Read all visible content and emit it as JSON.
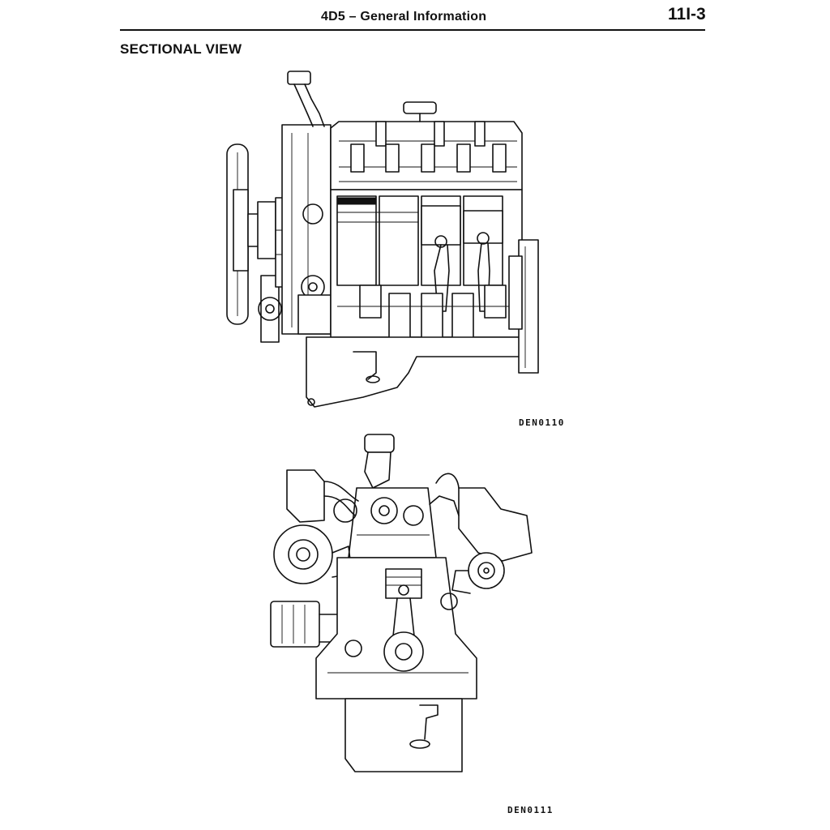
{
  "header": {
    "title": "4D5 – General Information",
    "page_number": "11I-3"
  },
  "section": {
    "heading": "SECTIONAL VIEW"
  },
  "figures": [
    {
      "code": "DEN0110"
    },
    {
      "code": "DEN0111"
    }
  ]
}
